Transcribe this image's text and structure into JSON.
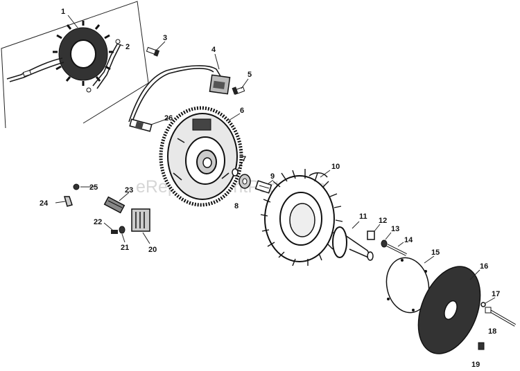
{
  "watermark": "eReplacementParts.com",
  "callouts": [
    "1",
    "2",
    "3",
    "4",
    "5",
    "6",
    "7",
    "8",
    "9",
    "10",
    "11",
    "12",
    "13",
    "14",
    "15",
    "16",
    "17",
    "18",
    "19",
    "20",
    "21",
    "22",
    "23",
    "24",
    "25",
    "26"
  ]
}
